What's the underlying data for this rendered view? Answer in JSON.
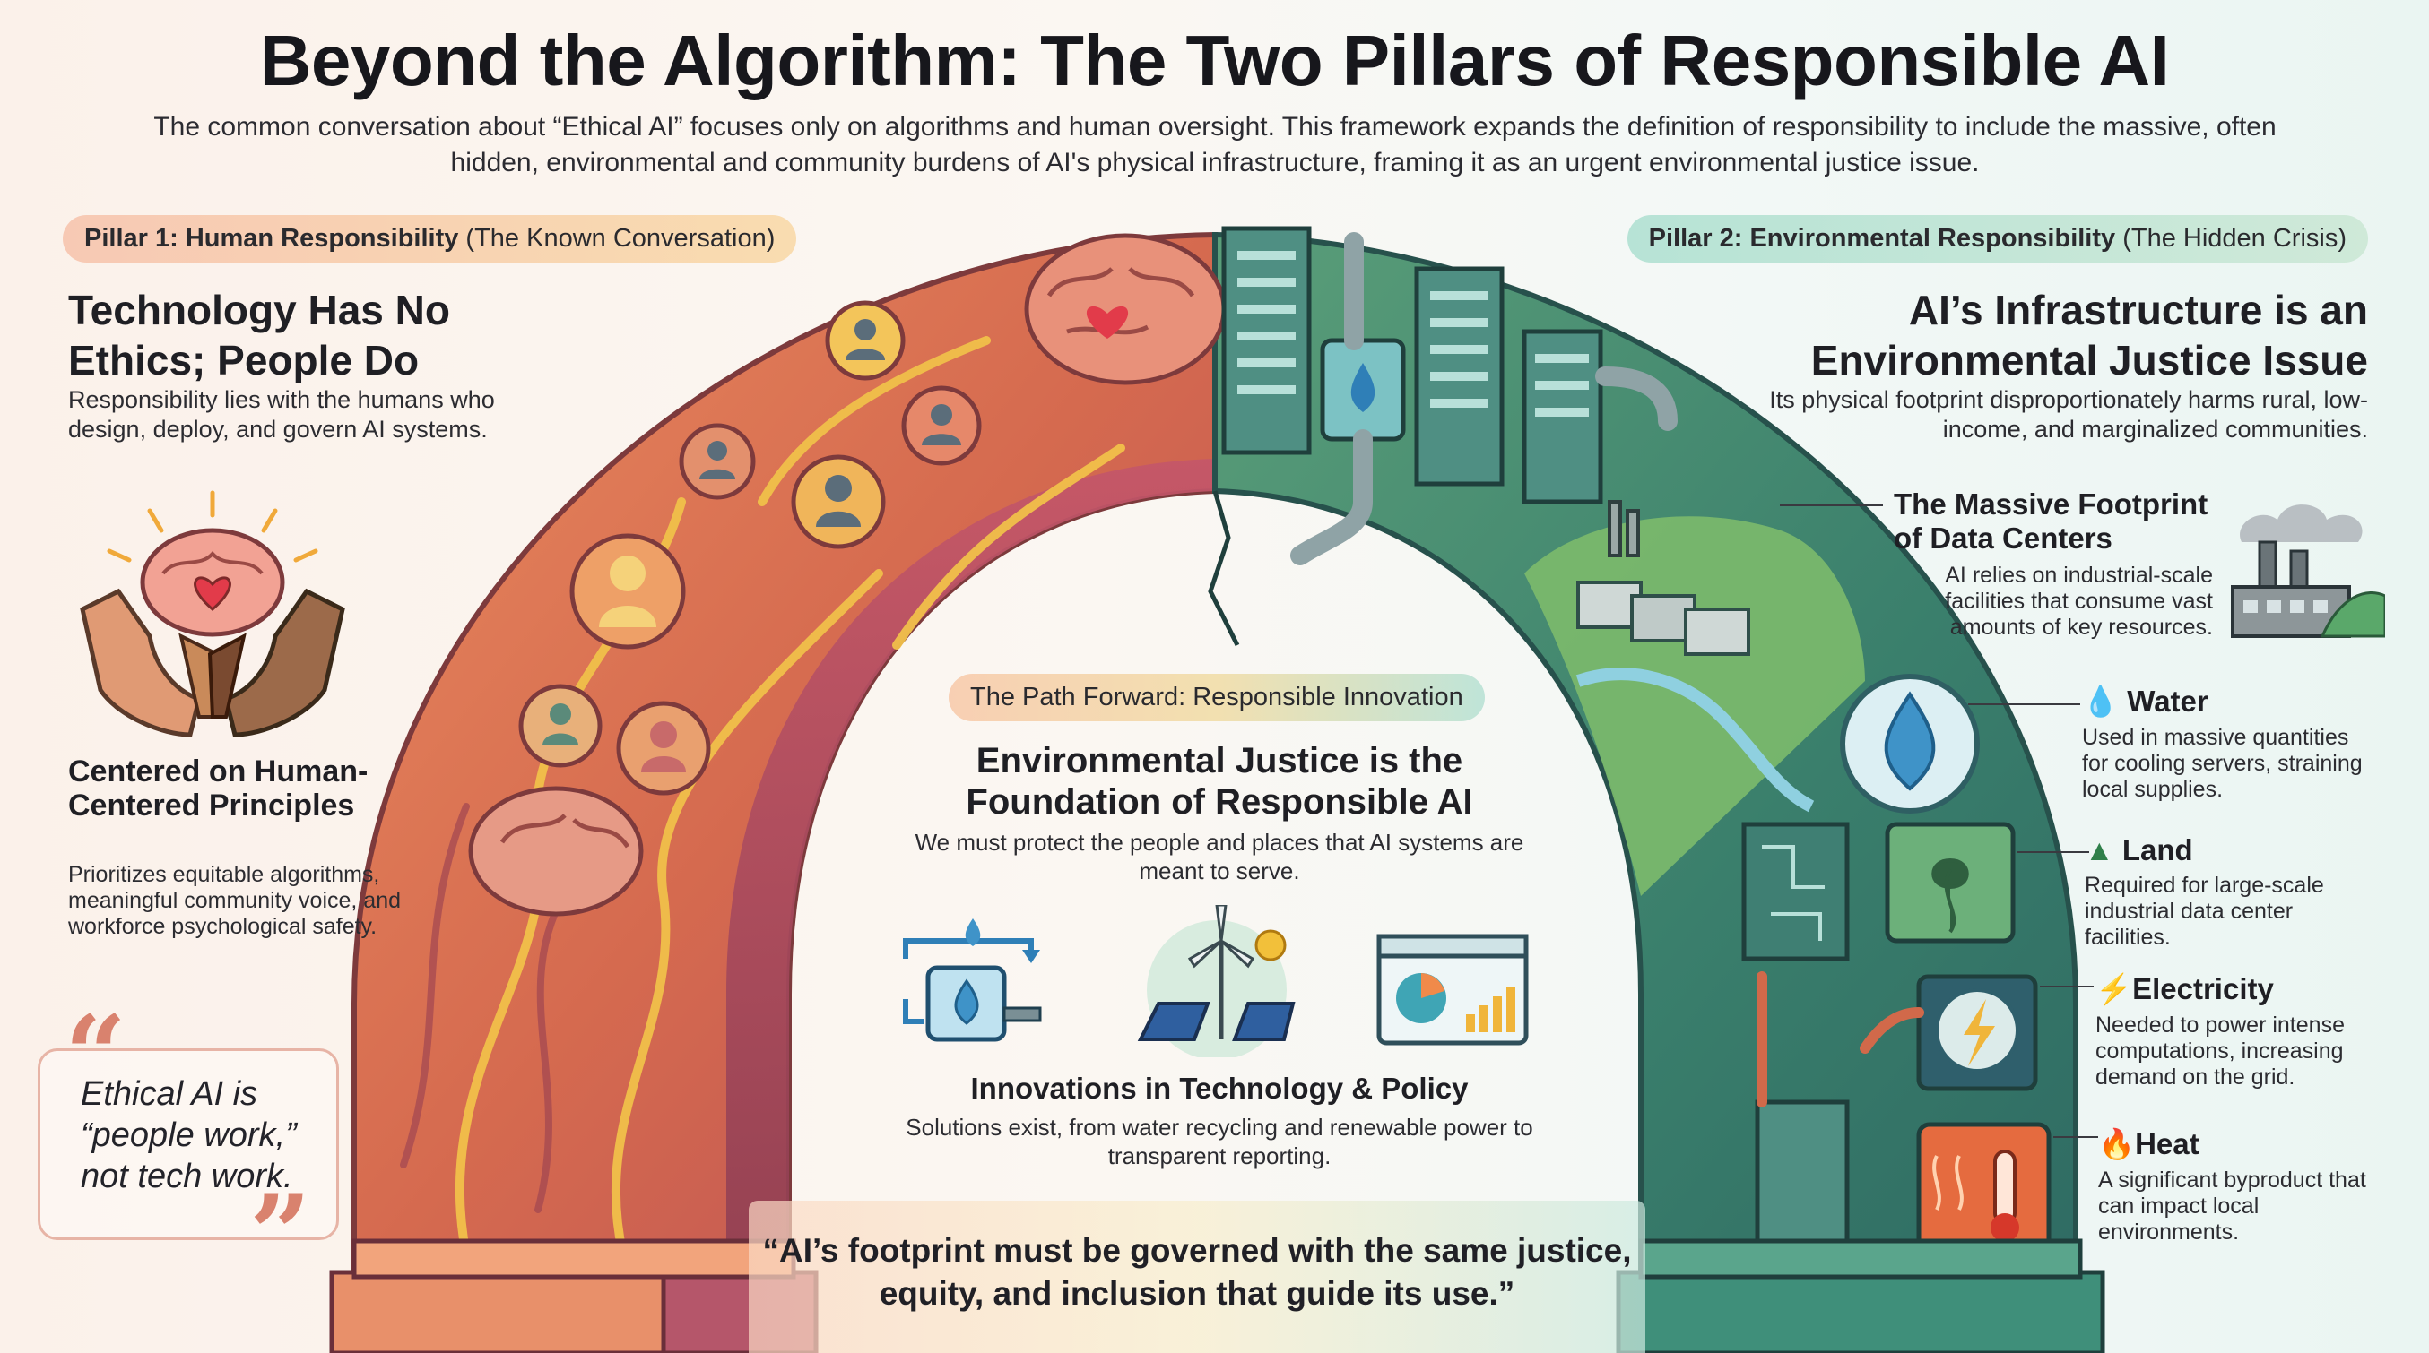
{
  "title": "Beyond the Algorithm: The Two Pillars of Responsible AI",
  "subtitle": "The common conversation about “Ethical AI” focuses only on algorithms and human oversight. This framework expands the definition of responsibility to include the massive, often hidden, environmental and community burdens of AI's physical infrastructure, framing it as an urgent environmental justice issue.",
  "pillar1": {
    "label_bold": "Pillar 1: Human Responsibility",
    "label_rest": " (The Known Conversation)",
    "heading": "Technology Has No Ethics; People Do",
    "text": "Responsibility lies with the humans who design, deploy, and govern AI systems.",
    "sub_heading": "Centered on Human-Centered Principles",
    "sub_text": "Prioritizes equitable algorithms, meaningful community voice, and workforce psychological safety.",
    "quote": "Ethical AI is “people work,” not tech work."
  },
  "pillar2": {
    "label_bold": "Pillar 2: Environmental Responsibility",
    "label_rest": " (The Hidden Crisis)",
    "heading": "AI’s Infrastructure is an Environmental Justice Issue",
    "text": "Its physical footprint disproportionately harms rural, low-income, and marginalized communities.",
    "footprint_heading": "The Massive Footprint of Data Centers",
    "footprint_text": "AI relies on industrial-scale facilities that consume vast amounts of key resources.",
    "resources": [
      {
        "icon": "water-drop-icon",
        "name": "Water",
        "text": "Used in massive quantities for cooling servers, straining local supplies."
      },
      {
        "icon": "tree-icon",
        "name": "Land",
        "text": "Required for large-scale industrial data center facilities."
      },
      {
        "icon": "lightning-icon",
        "name": "Electricity",
        "text": "Needed to power intense computations, increasing demand on the grid."
      },
      {
        "icon": "flame-icon",
        "name": "Heat",
        "text": "A significant byproduct that can impact local environments."
      }
    ]
  },
  "center": {
    "label": "The Path Forward: Responsible Innovation",
    "heading": "Environmental Justice is the Foundation of Responsible AI",
    "text": "We must protect the people and places that AI systems are meant to serve.",
    "innovations_heading": "Innovations in Technology & Policy",
    "innovations_text": "Solutions exist, from water recycling and renewable power to transparent reporting.",
    "bottom_quote": "“AI’s footprint must be governed with the same justice, equity, and inclusion that guide its use.”"
  },
  "colors": {
    "human_side": "#d9775a",
    "environment_side": "#3f8f7a",
    "accent_gold": "#e8b43c"
  }
}
